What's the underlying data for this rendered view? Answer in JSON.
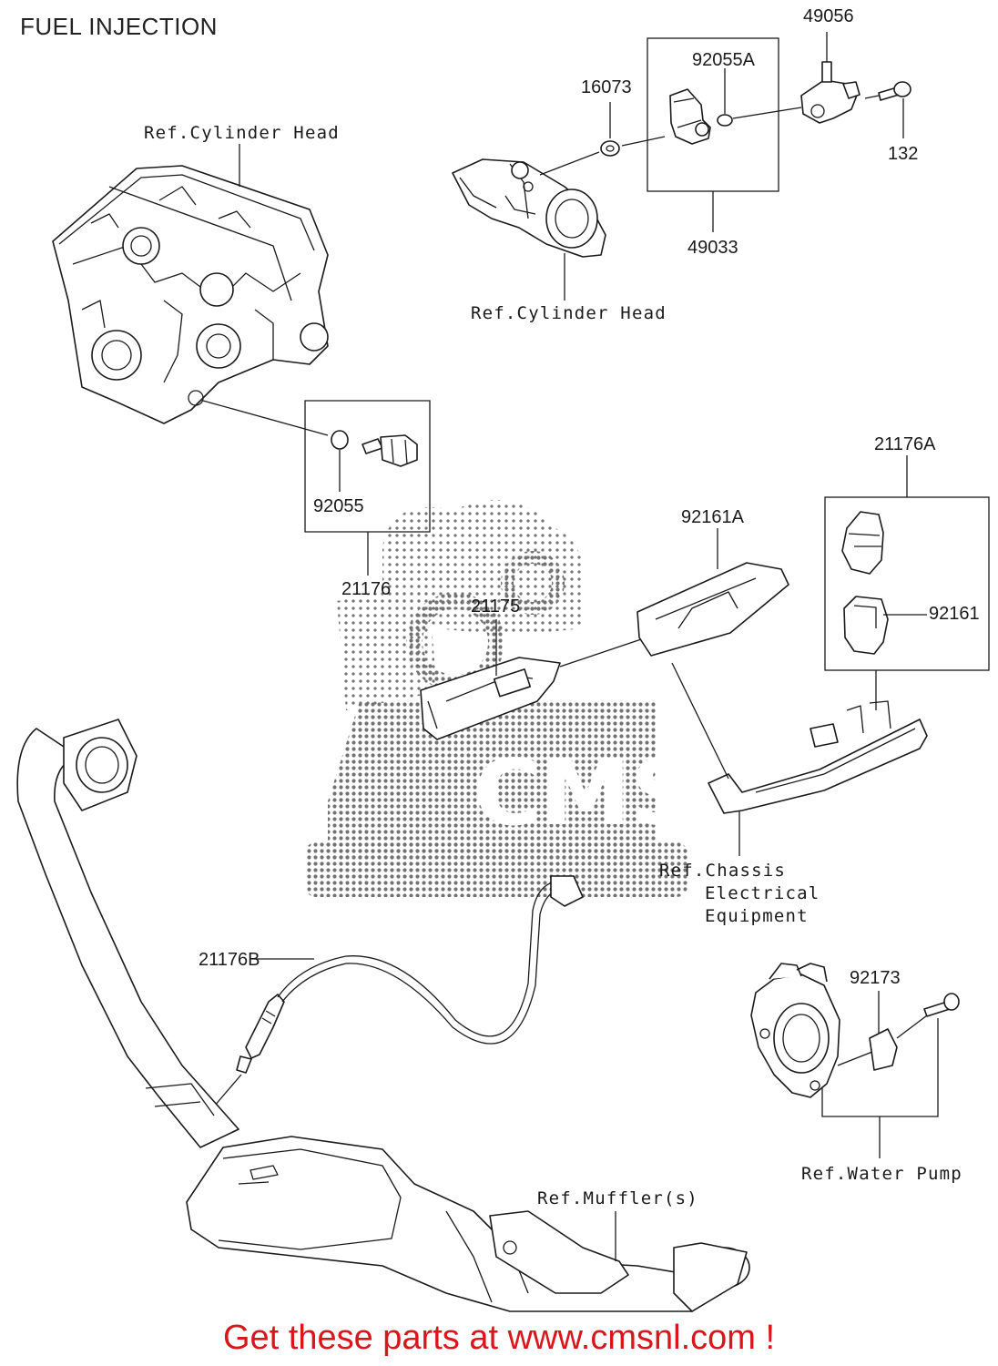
{
  "title": "FUEL INJECTION",
  "watermark": {
    "logo_text": "CMS"
  },
  "footer": "Get these parts at www.cmsnl.com !",
  "labels": {
    "p49056": "49056",
    "p92055A": "92055A",
    "p16073": "16073",
    "p132": "132",
    "p49033": "49033",
    "ref_cyl_head_top": "Ref.Cylinder Head",
    "ref_cyl_head_throttle": "Ref.Cylinder Head",
    "p92055": "92055",
    "p21176": "21176",
    "p21176A": "21176A",
    "p92161A": "92161A",
    "p21175": "21175",
    "p92161": "92161",
    "ref_chassis_1": "Ref.Chassis",
    "ref_chassis_2": "Electrical",
    "ref_chassis_3": "Equipment",
    "p21176B": "21176B",
    "p92173": "92173",
    "ref_water_pump": "Ref.Water Pump",
    "ref_mufflers": "Ref.Muffler(s)"
  },
  "colors": {
    "line": "#1a1a1a",
    "footer": "#d8161b",
    "watermark": "#000000"
  }
}
